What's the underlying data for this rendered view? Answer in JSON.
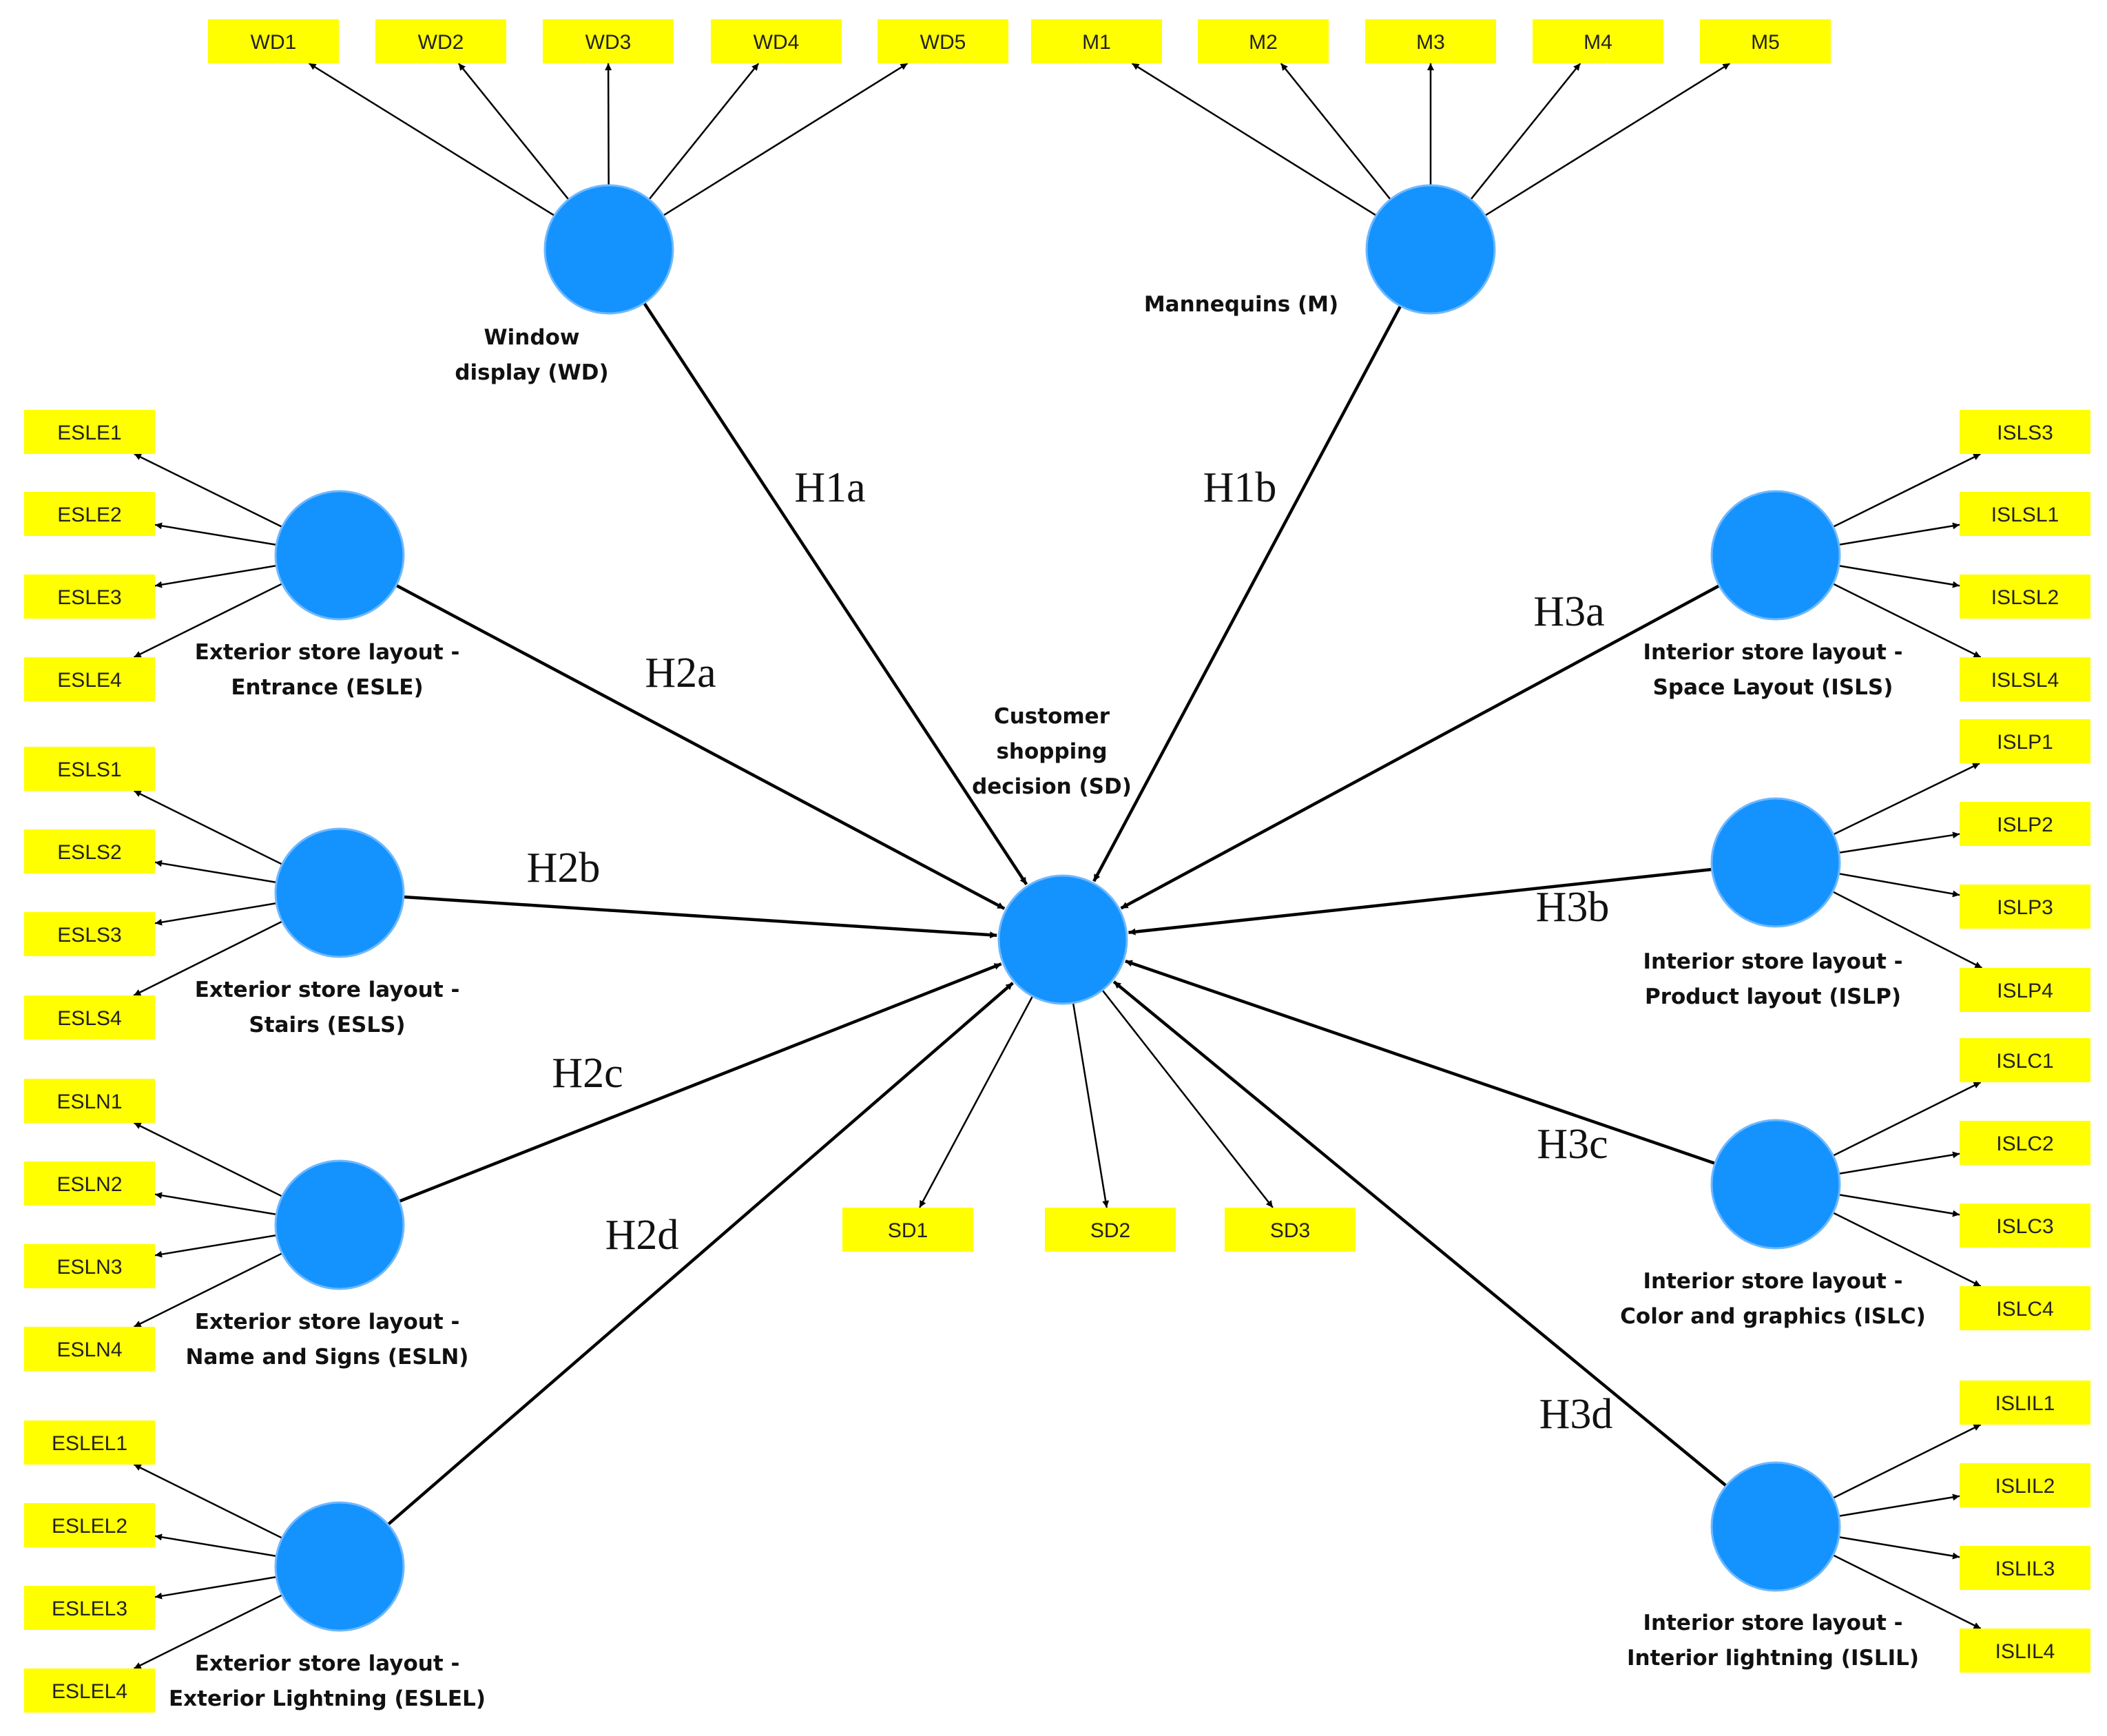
{
  "diagram": {
    "colors": {
      "construct_fill": "#1493ff",
      "indicator_fill": "#ffff00",
      "edge": "#000000"
    },
    "central": {
      "id": "SD",
      "label_lines": [
        "Customer",
        "shopping",
        "decision (SD)"
      ],
      "indicators": [
        "SD1",
        "SD2",
        "SD3"
      ]
    },
    "constructs": [
      {
        "id": "WD",
        "label_lines": [
          "Window",
          "display (WD)"
        ],
        "indicators": [
          "WD1",
          "WD2",
          "WD3",
          "WD4",
          "WD5"
        ],
        "hypothesis": "H1a"
      },
      {
        "id": "M",
        "label_lines": [
          "Mannequins (M)"
        ],
        "indicators": [
          "M1",
          "M2",
          "M3",
          "M4",
          "M5"
        ],
        "hypothesis": "H1b"
      },
      {
        "id": "ESLE",
        "label_lines": [
          "Exterior store layout -",
          "Entrance (ESLE)"
        ],
        "indicators": [
          "ESLE1",
          "ESLE2",
          "ESLE3",
          "ESLE4"
        ],
        "hypothesis": "H2a"
      },
      {
        "id": "ESLS",
        "label_lines": [
          "Exterior store layout -",
          "Stairs (ESLS)"
        ],
        "indicators": [
          "ESLS1",
          "ESLS2",
          "ESLS3",
          "ESLS4"
        ],
        "hypothesis": "H2b"
      },
      {
        "id": "ESLN",
        "label_lines": [
          "Exterior store layout -",
          "Name and Signs  (ESLN)"
        ],
        "indicators": [
          "ESLN1",
          "ESLN2",
          "ESLN3",
          "ESLN4"
        ],
        "hypothesis": "H2c"
      },
      {
        "id": "ESLEL",
        "label_lines": [
          "Exterior store layout -",
          "Exterior Lightning (ESLEL)"
        ],
        "indicators": [
          "ESLEL1",
          "ESLEL2",
          "ESLEL3",
          "ESLEL4"
        ],
        "hypothesis": "H2d"
      },
      {
        "id": "ISLS",
        "label_lines": [
          "Interior store layout -",
          "Space Layout (ISLS)"
        ],
        "indicators": [
          "ISLS3",
          "ISLSL1",
          "ISLSL2",
          "ISLSL4"
        ],
        "hypothesis": "H3a"
      },
      {
        "id": "ISLP",
        "label_lines": [
          "Interior store layout -",
          "Product layout (ISLP)"
        ],
        "indicators": [
          "ISLP1",
          "ISLP2",
          "ISLP3",
          "ISLP4"
        ],
        "hypothesis": "H3b"
      },
      {
        "id": "ISLC",
        "label_lines": [
          "Interior store layout -",
          "Color and graphics (ISLC)"
        ],
        "indicators": [
          "ISLC1",
          "ISLC2",
          "ISLC3",
          "ISLC4"
        ],
        "hypothesis": "H3c"
      },
      {
        "id": "ISLIL",
        "label_lines": [
          "Interior store layout -",
          "Interior lightning (ISLIL)"
        ],
        "indicators": [
          "ISLIL1",
          "ISLIL2",
          "ISLIL3",
          "ISLIL4"
        ],
        "hypothesis": "H3d"
      }
    ]
  }
}
